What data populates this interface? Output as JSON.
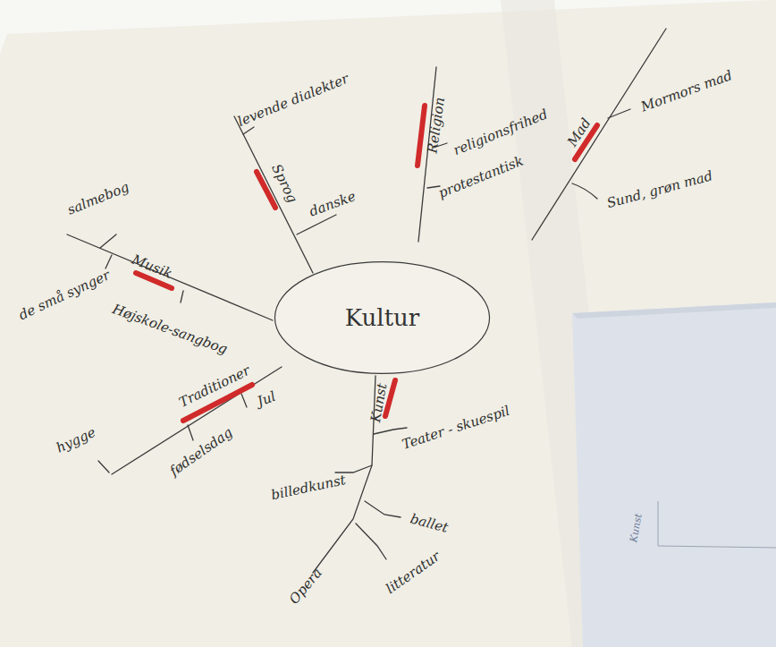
{
  "diagram": {
    "nodes": [
      {
        "text": [
          "Kultur"
        ]
      }
    ],
    "labels": [
      "salmebog",
      "Musik",
      "de små synger",
      "Højskole-sangbog",
      "levende dialekter",
      "Sprog",
      "danske",
      "Religion",
      "religionsfrihed",
      "protestantisk",
      "Mad",
      "Mormors mad",
      "Sund, grøn mad",
      "Traditioner",
      "hygge",
      "fødselsdag",
      "Jul",
      "Kunst",
      "Teater - skuespil",
      "billedkunst",
      "ballet",
      "Opera",
      "litteratur",
      "Kunst"
    ]
  }
}
